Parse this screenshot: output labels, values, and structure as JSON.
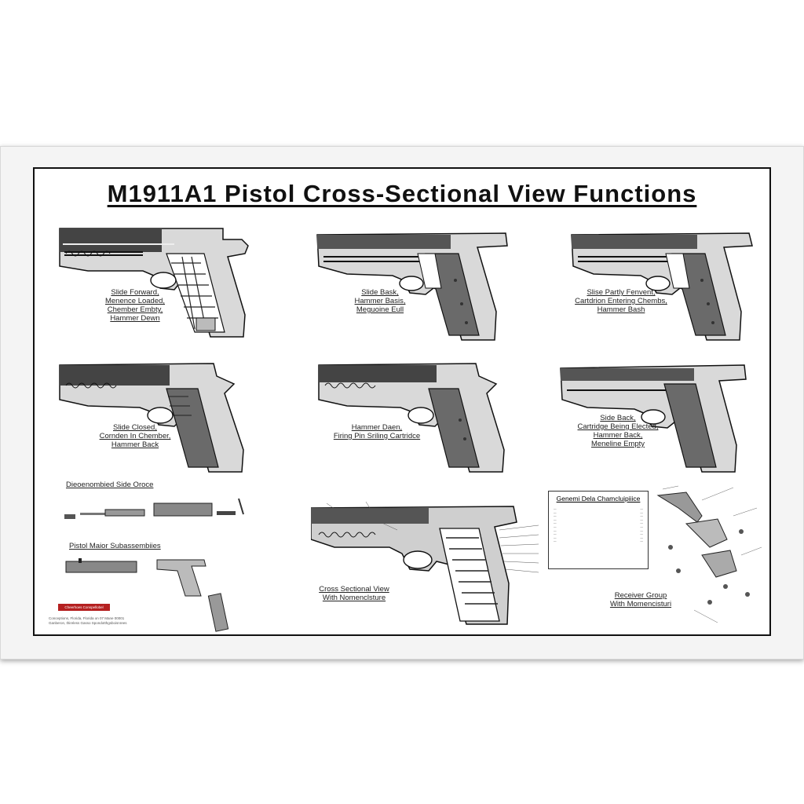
{
  "title": "M1911A1 Pistol Cross-Sectional View Functions",
  "panels": [
    {
      "caption": [
        "Slide Forward,",
        "Menence Loaded,",
        "Chember Embty,",
        "Hammer Dewn"
      ]
    },
    {
      "caption": [
        "Slide Bask,",
        "Hammer Basis,",
        "Meguoine Eull"
      ]
    },
    {
      "caption": [
        "Slise Partly Fenvent,",
        "Cartdrion Entering Chembs,",
        "Hammer Bash"
      ]
    },
    {
      "caption": [
        "Slide Closed,",
        "Cornden In Chember,",
        "Hammer Back"
      ]
    },
    {
      "caption": [
        "Hammer Daen,",
        "Firing Pin Sriling Cartridce"
      ]
    },
    {
      "caption": [
        "Side Back,",
        "Cartridge Being Elected,",
        "Hammer Back,",
        "Meneline Empty"
      ]
    }
  ],
  "sections": {
    "disassembled": "Dieoenombied Side Oroce",
    "subassemblies": "Pistol Maior Subassembiies",
    "cross_section": [
      "Cross Sectional View",
      "With Nomenclsture"
    ],
    "receiver": [
      "Receiver Group",
      "With Momencisturi"
    ],
    "general_data": "Genemi Dela Chamcluipiiice"
  },
  "logo_text": "Cheerhoes Conspellobel",
  "credit": [
    "Conceptions, Florida, Florida on 07 Mane 00001",
    "Ganberon, thireless Gasso Spondotthgsboisnrees"
  ],
  "colors": {
    "ink": "#111111",
    "frame": "#f4f4f4",
    "paper": "#ffffff",
    "logo": "#b52020"
  }
}
